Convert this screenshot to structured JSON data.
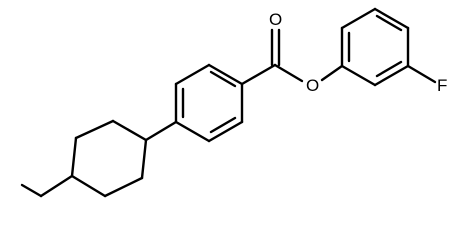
{
  "molecule": {
    "atoms": {
      "carbonyl_oxygen": "O",
      "ester_oxygen": "O",
      "fluorine": "F"
    },
    "colors": {
      "bond": "#000000",
      "background": "#ffffff"
    }
  }
}
